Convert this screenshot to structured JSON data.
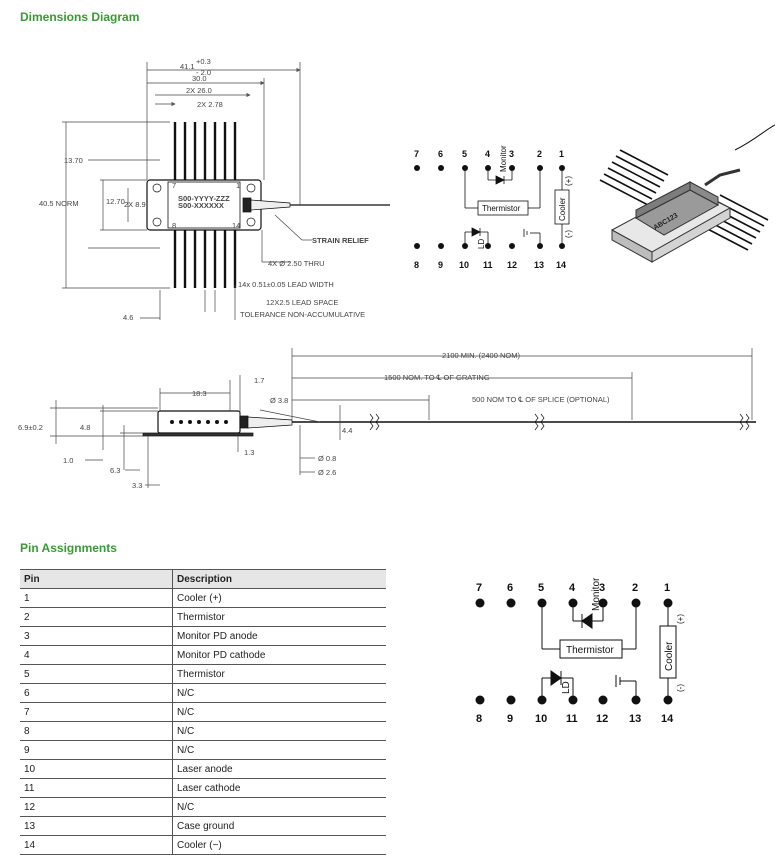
{
  "dimensions": {
    "title": "Dimensions Diagram",
    "top_view": {
      "overall_length": "41.1",
      "overall_tol_plus": "+0.3",
      "overall_tol_minus": "- 2.0",
      "body_length": "30.0",
      "hole_span": "2X 26.0",
      "hole_inset": "2X 2.78",
      "height_offset": "13.70",
      "norm_width": "40.5 NORM",
      "body_width": "12.70",
      "hole_width": "2X 8.9",
      "strain_relief": "STRAIN RELIEF",
      "thru_holes": "4X  Ø 2.50 THRU",
      "lead_width": "14x 0.51±0.05 LEAD WIDTH",
      "lead_space": "12X2.5 LEAD SPACE",
      "lead_tolerance": "TOLERANCE NON-ACCUMULATIVE",
      "lead_offset": "4.6",
      "pin_label_7": "7",
      "pin_label_1": "1",
      "pin_label_8": "8",
      "pin_label_14": "14",
      "marking_1": "S00-YYYY-ZZZ",
      "marking_2": "S00-XXXXXX"
    },
    "side_view": {
      "fiber_length": "2100 MIN. (2400 NOM)",
      "grating": "1500 NOM. TO ℄ OF GRATING",
      "splice": "500 NOM TO ℄ OF SPLICE (OPTIONAL)",
      "body_offset": "18.3",
      "flange": "1.7",
      "boot_dia": "Ø 3.8",
      "height": "6.9±0.2",
      "lead_height": "4.8",
      "boot_len": "4.4",
      "base": "1.0",
      "h1": "6.3",
      "h2": "3.3",
      "step": "1.3",
      "fiber_dia": "Ø 0.8",
      "jacket_dia": "Ø 2.6"
    },
    "photo_label": "ABC123"
  },
  "pin_diagram": {
    "top_pins": [
      "7",
      "6",
      "5",
      "4",
      "3",
      "2",
      "1"
    ],
    "bottom_pins": [
      "8",
      "9",
      "10",
      "11",
      "12",
      "13",
      "14"
    ],
    "monitor": "Monitor",
    "thermistor": "Thermistor",
    "cooler": "Cooler",
    "plus": "(+)",
    "minus": "(-)",
    "ld": "LD"
  },
  "pin_assignments": {
    "title": "Pin Assignments",
    "headers": [
      "Pin",
      "Description"
    ],
    "rows": [
      [
        "1",
        "Cooler (+)"
      ],
      [
        "2",
        "Thermistor"
      ],
      [
        "3",
        "Monitor PD anode"
      ],
      [
        "4",
        "Monitor PD cathode"
      ],
      [
        "5",
        "Thermistor"
      ],
      [
        "6",
        "N/C"
      ],
      [
        "7",
        "N/C"
      ],
      [
        "8",
        "N/C"
      ],
      [
        "9",
        "N/C"
      ],
      [
        "10",
        "Laser anode"
      ],
      [
        "11",
        "Laser cathode"
      ],
      [
        "12",
        "N/C"
      ],
      [
        "13",
        "Case ground"
      ],
      [
        "14",
        "Cooler (−)"
      ]
    ]
  },
  "colors": {
    "accent": "#3a9a35"
  }
}
